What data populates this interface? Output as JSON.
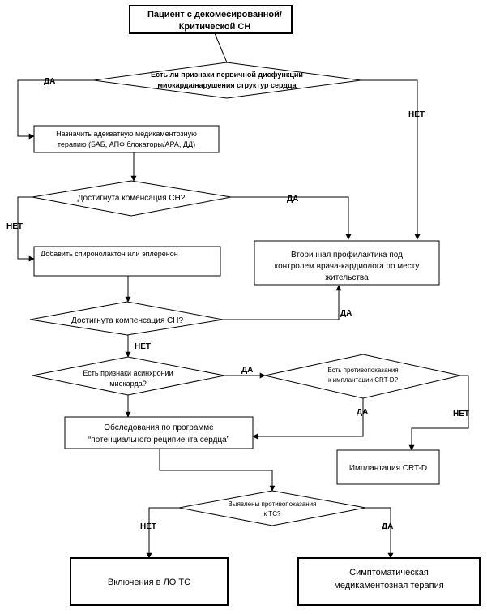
{
  "nodes": {
    "start": {
      "line1": "Пациент с декомесированной/",
      "line2": "Критической СН"
    },
    "q_primary": {
      "line1": "Есть ли признаки первичной дисфункции",
      "line2": "миокарда/нарушения структур сердца"
    },
    "therapy": {
      "line1": "Назначить адекватную медикаментозную",
      "line2": "терапию (БАБ, АПФ блокаторы/АРА, ДД)"
    },
    "q_comp1": {
      "line1": "Достигнута коменсация СН?"
    },
    "spiro": {
      "line1": "Добавить спиронолактон или эплеренон"
    },
    "q_comp2": {
      "line1": "Достигнута компенсация СН?"
    },
    "secondary": {
      "line1": "Вторичная профилактика под",
      "line2": "контролем врача-кардиолога по месту",
      "line3": "жительства"
    },
    "q_async": {
      "line1": "Есть признаки асинхронии",
      "line2": "миокарда?"
    },
    "q_contra_crt": {
      "line1": "Есть противопоказания",
      "line2": "к имплантации CRT-D?"
    },
    "exam": {
      "line1": "Обследования по программе",
      "line2": "“потенциального реципиента сердца”"
    },
    "crt": {
      "line1": "Имплантация CRT-D"
    },
    "q_contra_tc": {
      "line1": "Выявлены противопоказания",
      "line2": "к ТС?"
    },
    "list_tc": {
      "line1": "Включения в ЛО ТС"
    },
    "symptomatic": {
      "line1": "Симптоматическая",
      "line2": "медикаментозная терапия"
    }
  },
  "edge_labels": {
    "primary_yes": "ДА",
    "primary_no": "НЕТ",
    "comp1_yes": "ДА",
    "comp1_no": "НЕТ",
    "comp2_yes": "ДА",
    "comp2_no": "НЕТ",
    "async_yes": "ДА",
    "contra_crt_yes": "ДА",
    "contra_crt_no": "НЕТ",
    "contra_tc_no": "НЕТ",
    "contra_tc_yes": "ДА"
  },
  "colors": {
    "line": "#000000",
    "fill": "#ffffff"
  }
}
